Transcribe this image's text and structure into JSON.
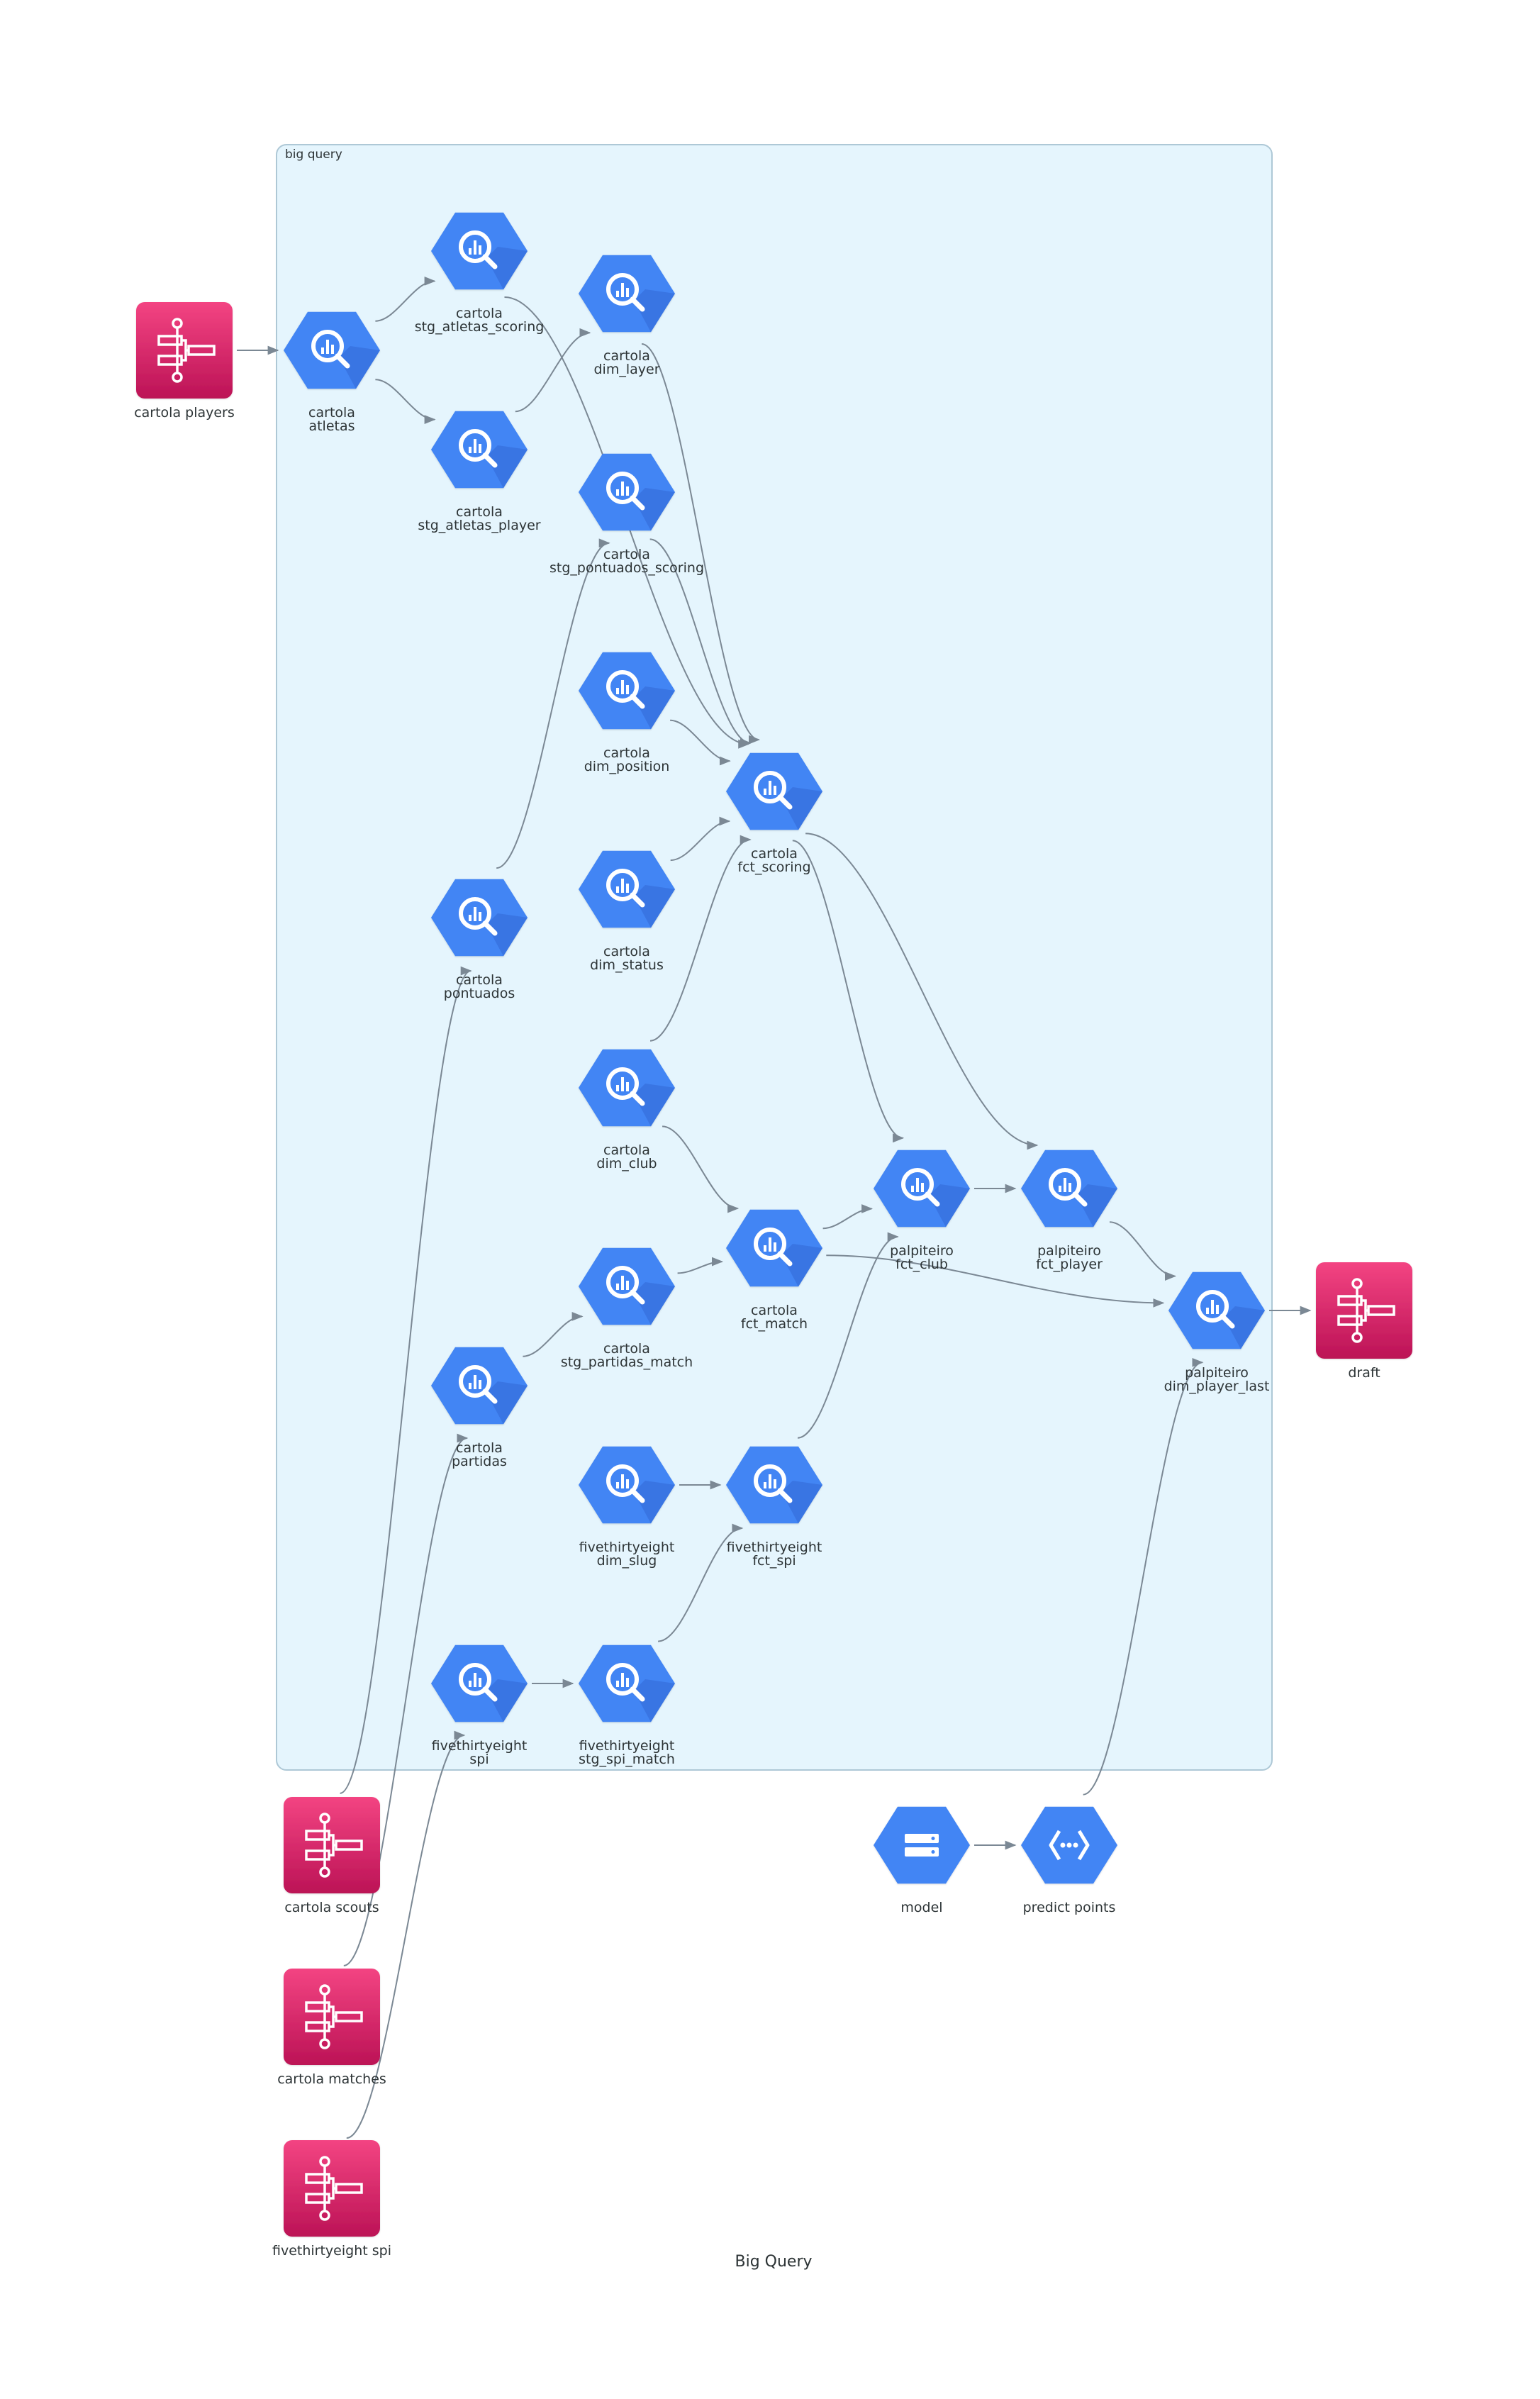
{
  "title": "Big Query",
  "cluster": {
    "label": "big query"
  },
  "colors": {
    "cluster_fill": "#e5f5fd",
    "cluster_stroke": "#aec8d6",
    "gcp_blue": "#4285f4",
    "gcp_blue_dark": "#3367d6",
    "aws_pink": "#e8306f",
    "aws_pink_dark": "#b8175a",
    "edge": "#7b8894"
  },
  "nodes": {
    "cartola_players": {
      "icon": "step-functions-icon",
      "lines": [
        "cartola players"
      ]
    },
    "cartola_scouts": {
      "icon": "step-functions-icon",
      "lines": [
        "cartola scouts"
      ]
    },
    "cartola_matches": {
      "icon": "step-functions-icon",
      "lines": [
        "cartola matches"
      ]
    },
    "fte_spi_src": {
      "icon": "step-functions-icon",
      "lines": [
        "fivethirtyeight spi"
      ]
    },
    "draft": {
      "icon": "step-functions-icon",
      "lines": [
        "draft"
      ]
    },
    "atletas": {
      "icon": "bigquery-icon",
      "lines": [
        "cartola",
        "atletas"
      ]
    },
    "stg_atletas_scoring": {
      "icon": "bigquery-icon",
      "lines": [
        "cartola",
        "stg_atletas_scoring"
      ]
    },
    "stg_atletas_player": {
      "icon": "bigquery-icon",
      "lines": [
        "cartola",
        "stg_atletas_player"
      ]
    },
    "dim_layer": {
      "icon": "bigquery-icon",
      "lines": [
        "cartola",
        "dim_layer"
      ]
    },
    "stg_pontuados_scoring": {
      "icon": "bigquery-icon",
      "lines": [
        "cartola",
        "stg_pontuados_scoring"
      ]
    },
    "dim_position": {
      "icon": "bigquery-icon",
      "lines": [
        "cartola",
        "dim_position"
      ]
    },
    "fct_scoring": {
      "icon": "bigquery-icon",
      "lines": [
        "cartola",
        "fct_scoring"
      ]
    },
    "dim_status": {
      "icon": "bigquery-icon",
      "lines": [
        "cartola",
        "dim_status"
      ]
    },
    "pontuados": {
      "icon": "bigquery-icon",
      "lines": [
        "cartola",
        "pontuados"
      ]
    },
    "dim_club": {
      "icon": "bigquery-icon",
      "lines": [
        "cartola",
        "dim_club"
      ]
    },
    "fct_match": {
      "icon": "bigquery-icon",
      "lines": [
        "cartola",
        "fct_match"
      ]
    },
    "stg_partidas_match": {
      "icon": "bigquery-icon",
      "lines": [
        "cartola",
        "stg_partidas_match"
      ]
    },
    "partidas": {
      "icon": "bigquery-icon",
      "lines": [
        "cartola",
        "partidas"
      ]
    },
    "palp_fct_club": {
      "icon": "bigquery-icon",
      "lines": [
        "palpiteiro",
        "fct_club"
      ]
    },
    "palp_fct_player": {
      "icon": "bigquery-icon",
      "lines": [
        "palpiteiro",
        "fct_player"
      ]
    },
    "palp_dim_player_last": {
      "icon": "bigquery-icon",
      "lines": [
        "palpiteiro",
        "dim_player_last"
      ]
    },
    "fte_dim_slug": {
      "icon": "bigquery-icon",
      "lines": [
        "fivethirtyeight",
        "dim_slug"
      ]
    },
    "fte_fct_spi": {
      "icon": "bigquery-icon",
      "lines": [
        "fivethirtyeight",
        "fct_spi"
      ]
    },
    "fte_spi": {
      "icon": "bigquery-icon",
      "lines": [
        "fivethirtyeight",
        "spi"
      ]
    },
    "fte_stg_spi_match": {
      "icon": "bigquery-icon",
      "lines": [
        "fivethirtyeight",
        "stg_spi_match"
      ]
    },
    "model": {
      "icon": "storage-icon",
      "lines": [
        "model"
      ]
    },
    "predict_points": {
      "icon": "cloud-functions-icon",
      "lines": [
        "predict points"
      ]
    }
  },
  "edges": [
    [
      "cartola_players",
      "atletas"
    ],
    [
      "atletas",
      "stg_atletas_scoring"
    ],
    [
      "atletas",
      "stg_atletas_player"
    ],
    [
      "stg_atletas_player",
      "dim_layer"
    ],
    [
      "stg_atletas_scoring",
      "fct_scoring"
    ],
    [
      "dim_layer",
      "fct_scoring"
    ],
    [
      "stg_pontuados_scoring",
      "fct_scoring"
    ],
    [
      "dim_position",
      "fct_scoring"
    ],
    [
      "dim_status",
      "fct_scoring"
    ],
    [
      "pontuados",
      "stg_pontuados_scoring"
    ],
    [
      "dim_club",
      "fct_scoring"
    ],
    [
      "fct_scoring",
      "palp_fct_club"
    ],
    [
      "fct_scoring",
      "palp_fct_player"
    ],
    [
      "dim_club",
      "fct_match"
    ],
    [
      "stg_partidas_match",
      "fct_match"
    ],
    [
      "partidas",
      "stg_partidas_match"
    ],
    [
      "fct_match",
      "palp_fct_club"
    ],
    [
      "fct_match",
      "palp_dim_player_last"
    ],
    [
      "palp_fct_club",
      "palp_fct_player"
    ],
    [
      "palp_fct_player",
      "palp_dim_player_last"
    ],
    [
      "palp_dim_player_last",
      "draft"
    ],
    [
      "fte_dim_slug",
      "fte_fct_spi"
    ],
    [
      "fte_fct_spi",
      "palp_fct_club"
    ],
    [
      "fte_spi",
      "fte_stg_spi_match"
    ],
    [
      "fte_stg_spi_match",
      "fte_fct_spi"
    ],
    [
      "cartola_scouts",
      "pontuados"
    ],
    [
      "cartola_matches",
      "partidas"
    ],
    [
      "fte_spi_src",
      "fte_spi"
    ],
    [
      "model",
      "predict_points"
    ],
    [
      "predict_points",
      "palp_dim_player_last"
    ]
  ]
}
